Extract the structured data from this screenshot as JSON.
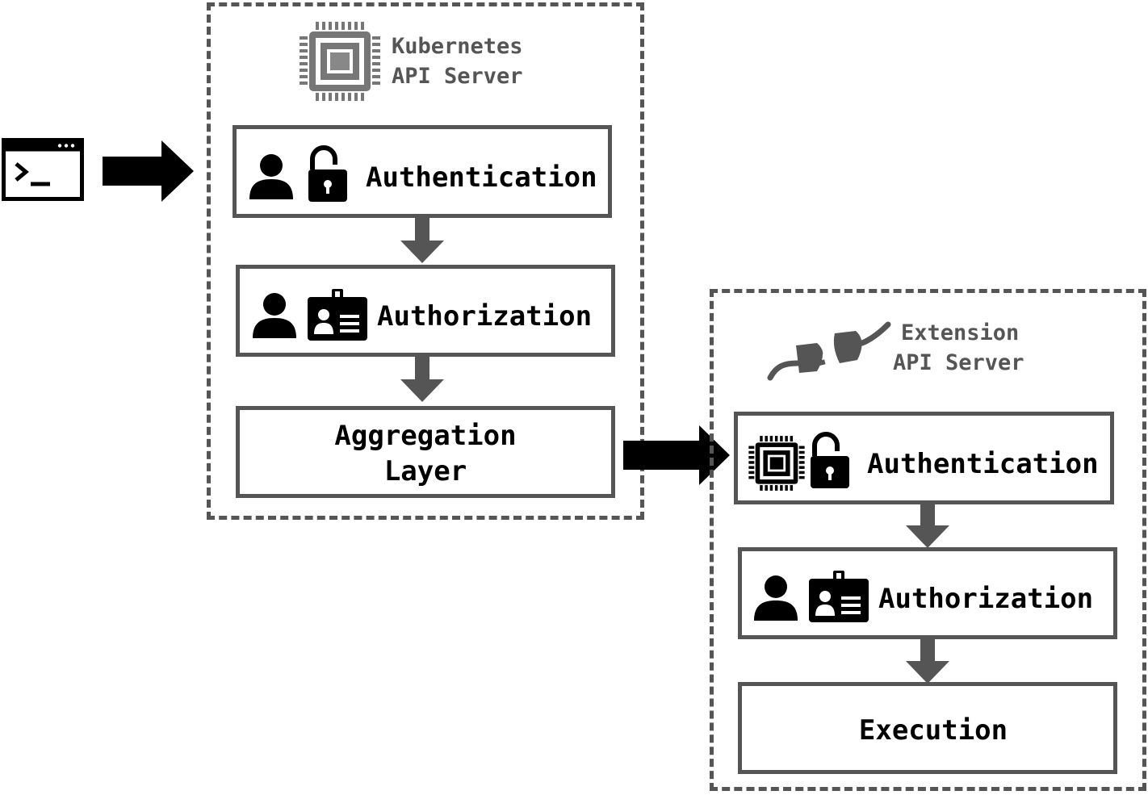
{
  "client": {
    "icon": "terminal-window-icon"
  },
  "kubernetes_server": {
    "title_line1": "Kubernetes",
    "title_line2": "API Server",
    "icon": "cpu-chip-icon",
    "steps": {
      "authentication": {
        "label": "Authentication",
        "icons": [
          "user-icon",
          "unlocked-padlock-icon"
        ]
      },
      "authorization": {
        "label": "Authorization",
        "icons": [
          "user-icon",
          "id-badge-icon"
        ]
      },
      "aggregation": {
        "label_line1": "Aggregation",
        "label_line2": "Layer"
      }
    }
  },
  "extension_server": {
    "title_line1": "Extension",
    "title_line2": "API Server",
    "icon": "plug-icon",
    "steps": {
      "authentication": {
        "label": "Authentication",
        "icons": [
          "cpu-chip-icon",
          "unlocked-padlock-icon"
        ]
      },
      "authorization": {
        "label": "Authorization",
        "icons": [
          "user-icon",
          "id-badge-icon"
        ]
      },
      "execution": {
        "label": "Execution"
      }
    }
  },
  "colors": {
    "stroke": "#555555",
    "text": "#000000",
    "title_text": "#555555",
    "arrow_primary": "#000000",
    "arrow_secondary": "#555555"
  }
}
